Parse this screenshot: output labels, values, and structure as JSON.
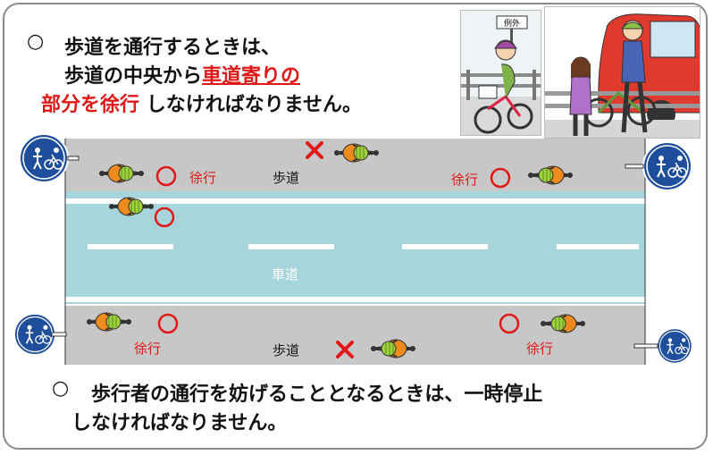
{
  "heading": {
    "bullet": "○",
    "line1": "歩道を通行するときは、",
    "line2_prefix": "歩道の中央から",
    "line2_highlight": "車道寄りの",
    "line3_highlight": "部分を徐行",
    "line3_suffix": "しなければなりません。"
  },
  "road": {
    "sidewalk_label": "歩道",
    "roadway_label": "車道",
    "slow_label": "徐行",
    "ok_mark": "○",
    "ng_mark": "✕"
  },
  "illustration_sign_text": "例外",
  "footer": {
    "bullet": "○",
    "line1": "歩行者の通行を妨げることとなるときは、一時停止",
    "line2": "しなければなりません。"
  },
  "colors": {
    "sidewalk": "#c7c7c7",
    "roadway": "#a6d6dc",
    "accent_red": "#e01818",
    "sign_blue": "#1f4e9c",
    "rider_green": "#9fd13b",
    "rider_orange": "#ef8a1e"
  },
  "icons": [
    "bicycle-rider-icon",
    "pedestrian-bicycle-sign-icon",
    "circle-ok-icon",
    "cross-ng-icon"
  ]
}
